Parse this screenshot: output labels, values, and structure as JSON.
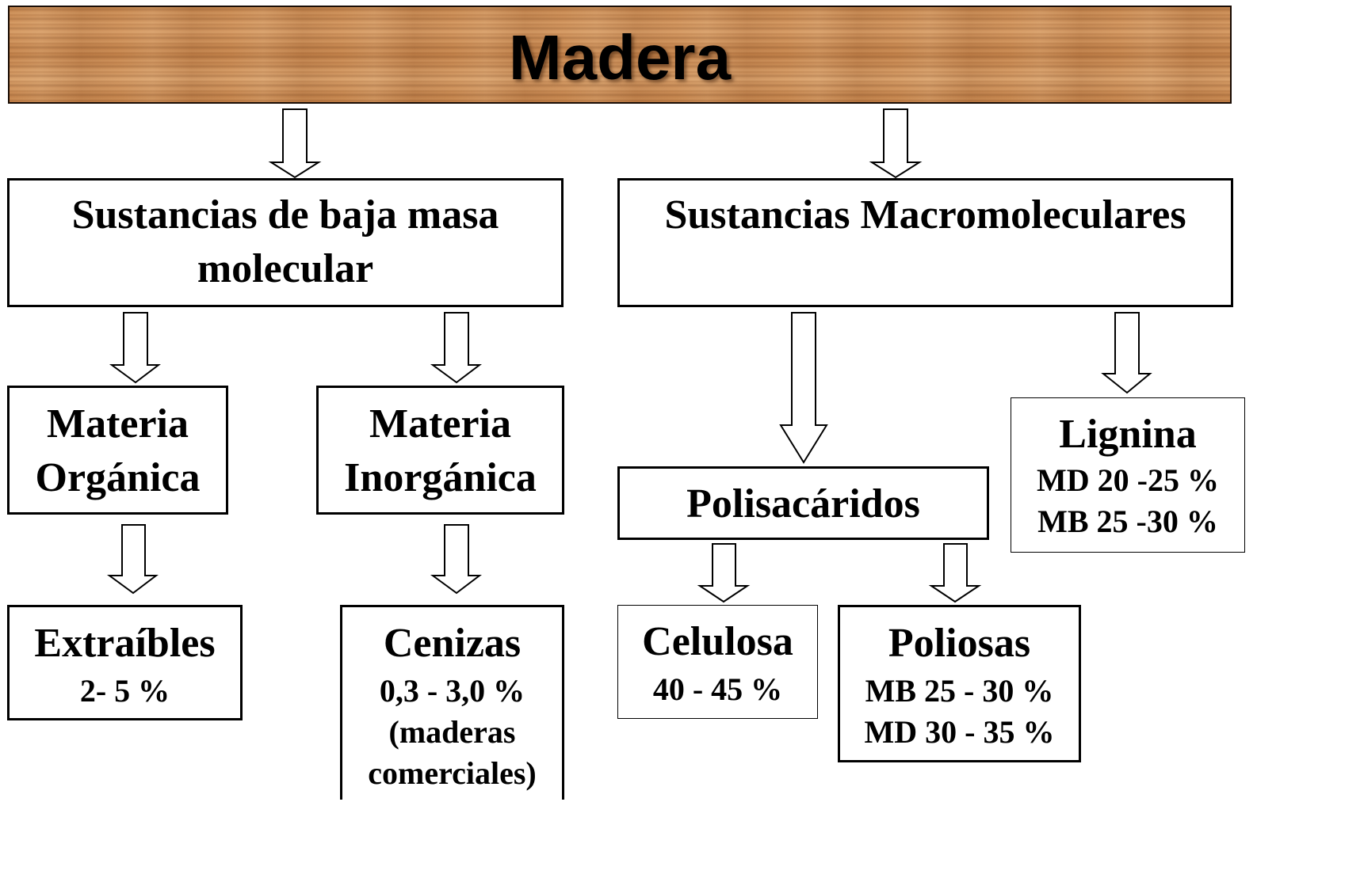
{
  "title": "Madera",
  "low_mass": {
    "line1": "Sustancias de baja masa",
    "line2": "molecular"
  },
  "macro": {
    "title": "Sustancias Macromoleculares"
  },
  "organic": {
    "line1": "Materia",
    "line2": "Orgánica"
  },
  "inorganic": {
    "line1": "Materia",
    "line2": "Inorgánica"
  },
  "polysaccharides": {
    "title": "Polisacáridos"
  },
  "lignin": {
    "title": "Lignina",
    "line1": "MD 20 -25 %",
    "line2": "MB 25 -30 %"
  },
  "extractives": {
    "title": "Extraíbles",
    "value": "2- 5 %"
  },
  "ashes": {
    "title": "Cenizas",
    "value": "0,3 - 3,0 %",
    "note1": "(maderas",
    "note2": "comerciales)"
  },
  "cellulose": {
    "title": "Celulosa",
    "value": "40 - 45 %"
  },
  "polyoses": {
    "title": "Poliosas",
    "line1": "MB 25 - 30 %",
    "line2": "MD 30 - 35 %"
  }
}
